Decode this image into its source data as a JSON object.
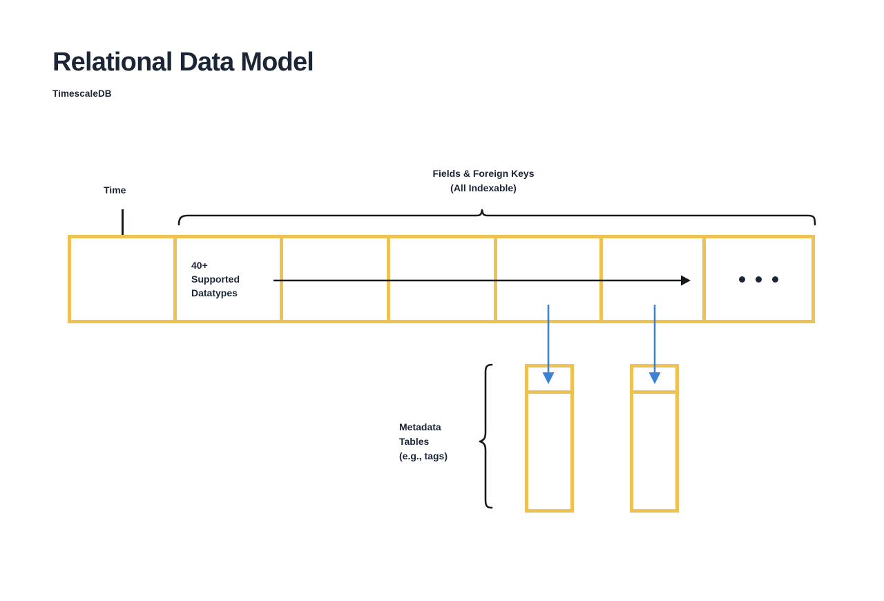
{
  "header": {
    "title": "Relational Data Model",
    "subtitle": "TimescaleDB"
  },
  "colors": {
    "table_border": "#EFC152",
    "arrow_blue": "#3B82D6",
    "text_dark": "#1B2536",
    "background": "#FFFFFF"
  },
  "diagram": {
    "time_label": "Time",
    "fields_label": "Fields & Foreign Keys\n(All Indexable)",
    "datatypes_label": "40+\nSupported\nDatatypes",
    "metadata_label": "Metadata\nTables\n(e.g., tags)",
    "ellipsis_dot_count": 3,
    "main_table": {
      "name": "hypertable-row",
      "column_count": 7,
      "columns": [
        {
          "id": "time-column",
          "label": ""
        },
        {
          "id": "datatypes-column",
          "label": "40+\nSupported\nDatatypes"
        },
        {
          "id": "field-column-1",
          "label": ""
        },
        {
          "id": "field-column-2",
          "label": ""
        },
        {
          "id": "field-column-3",
          "label": ""
        },
        {
          "id": "field-column-4",
          "label": ""
        },
        {
          "id": "overflow-column",
          "label": ""
        }
      ]
    },
    "metadata_tables": [
      {
        "id": "metadata-table-1",
        "header_label": "",
        "body_label": ""
      },
      {
        "id": "metadata-table-2",
        "header_label": "",
        "body_label": ""
      }
    ],
    "connectors": [
      {
        "id": "foreign-key-arrow-1",
        "from": "field-column-3",
        "to": "metadata-table-1"
      },
      {
        "id": "foreign-key-arrow-2",
        "from": "field-column-4",
        "to": "metadata-table-2"
      }
    ]
  }
}
